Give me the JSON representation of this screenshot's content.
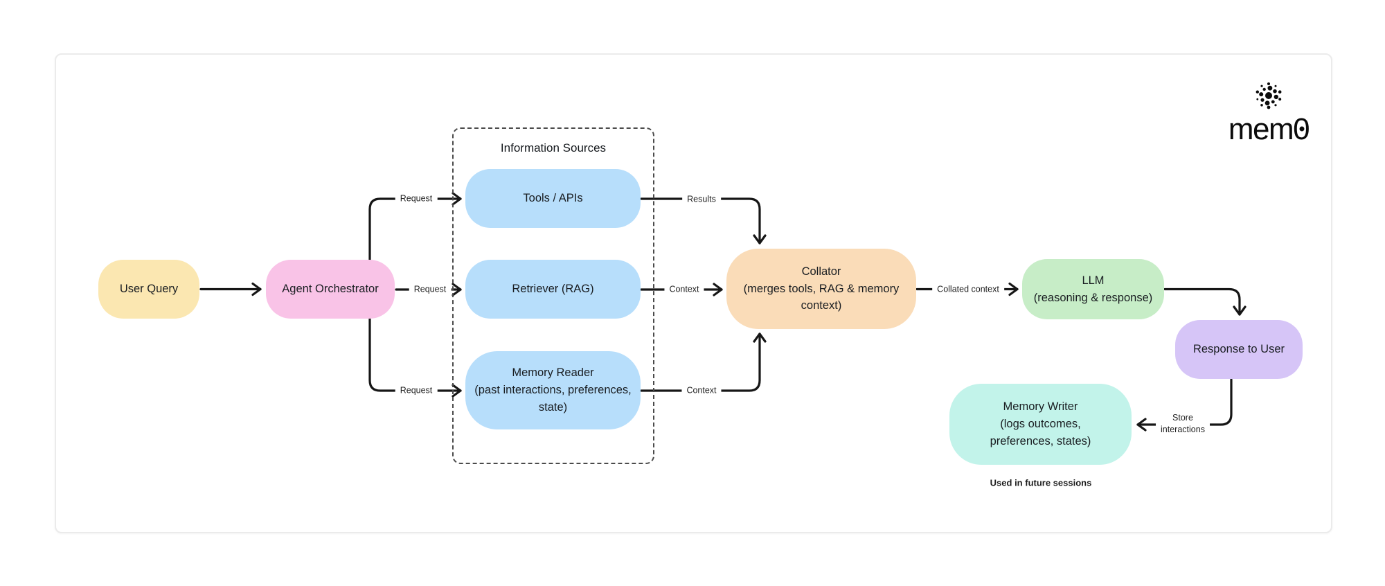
{
  "logo": {
    "text": "mem0",
    "wordmark_prefix": "mem",
    "wordmark_suffix": "0"
  },
  "diagram": {
    "container": {
      "title": "Information Sources"
    },
    "nodes": {
      "user_query": {
        "label": "User Query",
        "fill": "#FBE7B1"
      },
      "agent_orchestrator": {
        "label": "Agent Orchestrator",
        "fill": "#F9C3E7"
      },
      "tools_apis": {
        "label": "Tools / APIs",
        "fill": "#B7DEFB"
      },
      "retriever": {
        "label": "Retriever (RAG)",
        "fill": "#B7DEFB"
      },
      "memory_reader": {
        "label": "Memory Reader\n(past interactions, preferences,\nstate)",
        "fill": "#B7DEFB"
      },
      "collator": {
        "label": "Collator\n(merges tools, RAG & memory\ncontext)",
        "fill": "#FADCB8"
      },
      "llm": {
        "label": "LLM\n(reasoning & response)",
        "fill": "#C7EDC7"
      },
      "response_to_user": {
        "label": "Response to User",
        "fill": "#D6C5F7"
      },
      "memory_writer": {
        "label": "Memory Writer\n(logs outcomes,\npreferences, states)",
        "fill": "#C2F3EA"
      }
    },
    "edge_labels": {
      "request_tools": "Request",
      "request_retriever": "Request",
      "request_memory": "Request",
      "results": "Results",
      "context_retriever": "Context",
      "context_memory": "Context",
      "collated_context": "Collated context",
      "store_interactions": "Store\ninteractions"
    },
    "caption": "Used in future sessions",
    "line_color": "#161616",
    "dashed_border_color": "#4a4a4a"
  }
}
